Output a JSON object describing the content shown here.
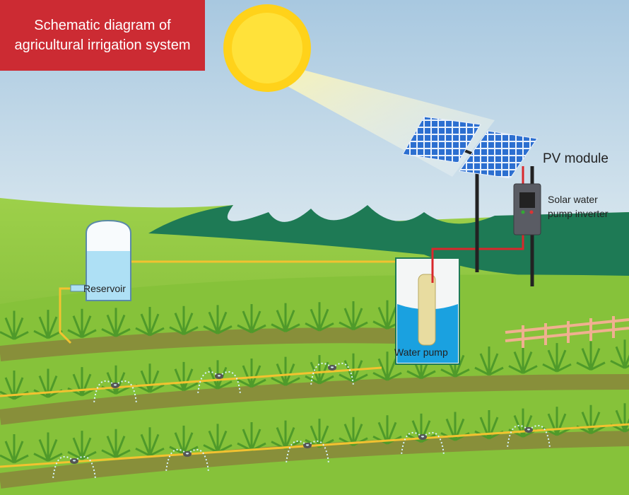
{
  "title": {
    "line1": "Schematic diagram of",
    "line2": "agricultural irrigation system"
  },
  "labels": {
    "pv_module": "PV module",
    "inverter_line1": "Solar water",
    "inverter_line2": "pump inverter",
    "reservoir": "Reservoir",
    "water_pump": "Water pump"
  },
  "colors": {
    "title_bg": "#cc2b33",
    "pipe": "#f2c230",
    "cable_red": "#d8282c",
    "field": "#8cc63f",
    "treeline": "#1e7a55"
  }
}
